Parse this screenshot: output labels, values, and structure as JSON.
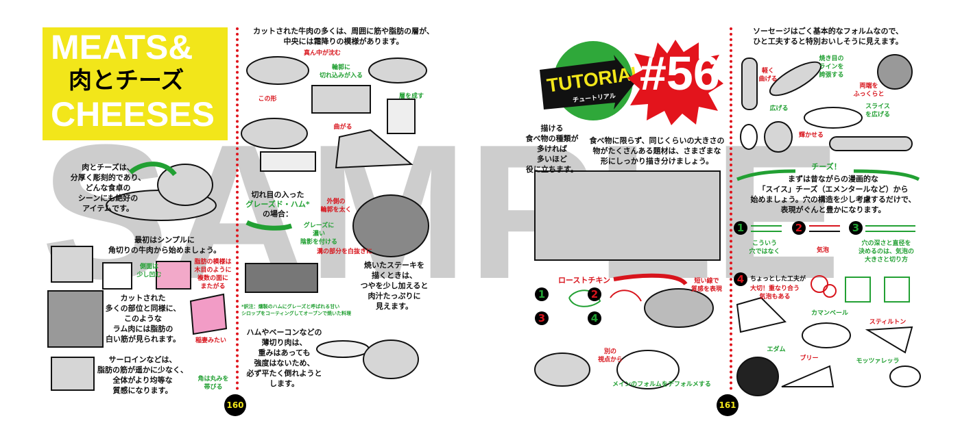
{
  "watermark": "SAMPLE",
  "title": {
    "en_line1": "MEATS&",
    "en_line2": "CHEESES",
    "jp": "肉とチーズ"
  },
  "tutorial": {
    "label": "TUTORIAL",
    "label_jp": "チュートリアル",
    "number": "#56"
  },
  "page_numbers": {
    "left": "160",
    "right": "161"
  },
  "left_page": {
    "intro": "肉とチーズは、\n分厚く彫刻的であり、\nどんな食卓の\nシーンにも絶好の\nアイテムです。",
    "start_simple": "最初はシンプルに\n角切りの牛肉から始めましょう。",
    "side_dent": "側面は\n少し凹む",
    "fat_pattern": "脂肪の模様は\n木目のように\n複数の面に\nまたがる",
    "lamb": "カットされた\n多くの部位と同様に、\nこのような\nラム肉には脂肪の\n白い筋が見られます。",
    "lightning": "稲妻みたい",
    "sirloin": "サーロインなどは、\n脂肪の筋が遥かに少なく、\n全体がより均等な\n質感になります。",
    "rounded_corners": "角は丸みを\n帯びる"
  },
  "middle_left": {
    "cut_beef": "カットされた牛肉の多くは、周囲に筋や脂肪の層が、\n中央には霜降りの模様があります。",
    "center_sinks": "真ん中が沈む",
    "outline_notch": "輪郭に\n切れ込みが入る",
    "this_shape": "この形",
    "layers": "層を成す",
    "bends": "曲がる",
    "glazed_ham_prefix": "切れ目の入った",
    "glazed_ham_name": "グレーズド・ハム*",
    "glazed_ham_suffix": "の場合：",
    "thick_outline": "外側の\n輪郭を太く",
    "glaze_shadow": "グレーズに\n濃い\n陰影を付ける",
    "groove_white": "溝の部分を白抜きに",
    "footnote": "*訳注：燻製のハムにグレーズと呼ばれる甘い\nシロップをコーティングしてオーブンで焼いた料理",
    "steak": "焼いたステーキを\n描くときは、\nつやを少し加えると\n肉汁たっぷりに\n見えます。",
    "sliced_meat": "ハムやベーコンなどの\n薄切り肉は、\n重みはあっても\n強度はないため、\n必ず平たく倒れようと\nします。"
  },
  "right_page": {
    "variety": "描ける\n食べ物の種類が\n多ければ\n多いほど\n役に立ちます。",
    "similar_size": "食べ物に限らず、同じくらいの大きさの\n物がたくさんある題材は、さまざまな\n形にしっかり描き分けましょう。",
    "roast_chicken": "ローストチキン",
    "short_lines": "短い線で\n質感を表現",
    "other_view": "別の\n視点から",
    "deform": "メインのフォルムをデフォルメする",
    "steps": [
      "1",
      "2",
      "3",
      "4"
    ]
  },
  "right_column": {
    "sausage": "ソーセージはごく基本的なフォルムなので、\nひと工夫すると特別おいしそうに見えます。",
    "bend_lightly": "軽く\n曲げる",
    "grill_lines": "焼き目の\nラインを\n誇張する",
    "plump_ends": "両端を\nふっくらと",
    "spread": "広げる",
    "spread_slices": "スライス\nを広げる",
    "shine": "輝かせる",
    "cheese_heading": "チーズ！",
    "cheese_intro": "まずは昔ながらの漫画的な\n「スイス」チーズ（エメンタールなど）から\n始めましょう。穴の構造を少し考慮するだけで、\n表現がぐんと豊かになります。",
    "not_this_hole": "こういう\n穴ではなく",
    "bubble": "気泡",
    "hole_depth": "穴の深さと直径を\n決めるのは、気泡の\n大きさと切り方",
    "tip": "ちょっとした工夫が",
    "tip_overlap": "大切！重なり合う\n気泡もある",
    "camembert": "カマンベール",
    "edam": "エダム",
    "brie": "ブリー",
    "stilton": "スティルトン",
    "mozzarella": "モッツァレッラ",
    "steps": [
      "1",
      "2",
      "3",
      "4"
    ]
  },
  "colors": {
    "yellow": "#f2e61a",
    "red": "#d8141c",
    "green": "#22a033",
    "watermark": "#bdbdbd"
  }
}
